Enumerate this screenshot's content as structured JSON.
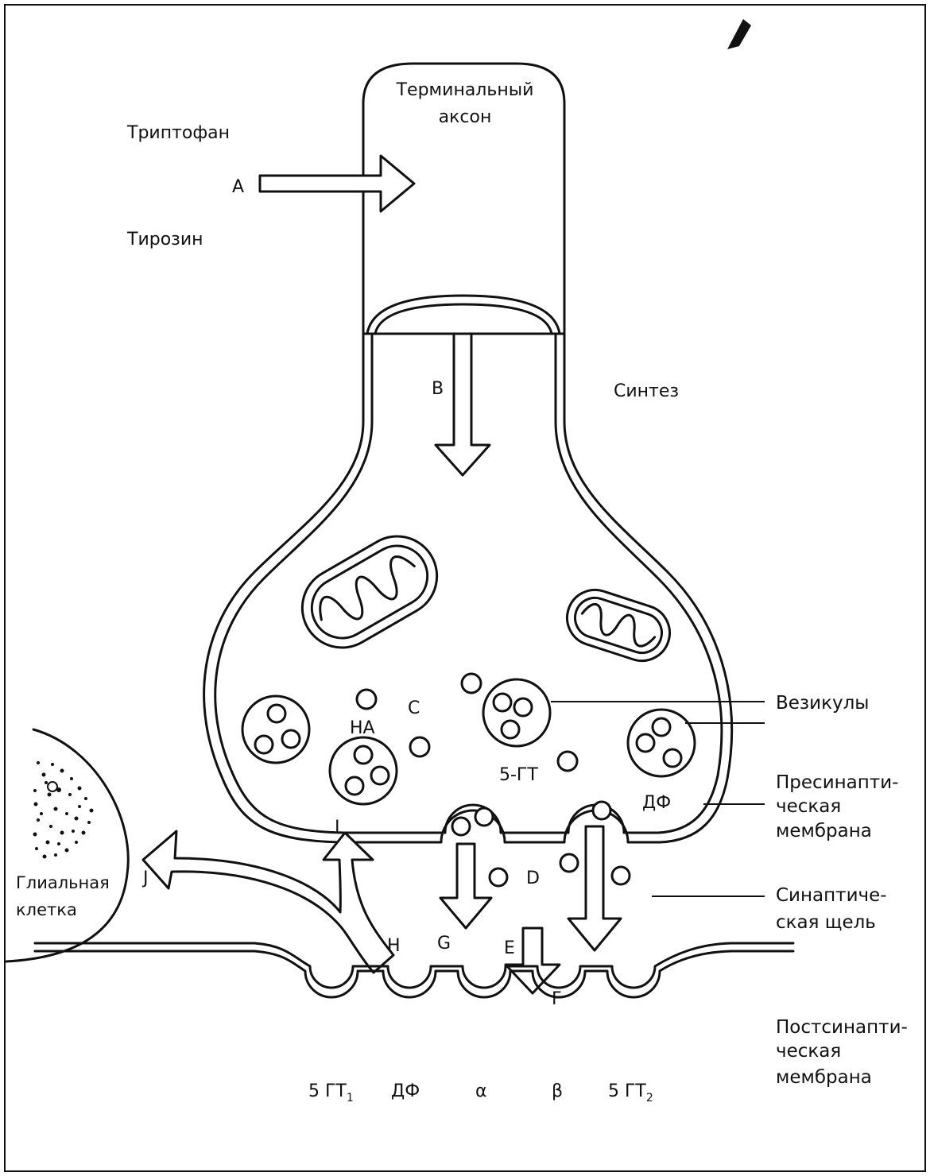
{
  "labels": {
    "terminal_1": "Терминальный",
    "terminal_2": "аксон",
    "tryptophan": "Триптофан",
    "tyrosine": "Тирозин",
    "synthesis": "Синтез",
    "vesicles": "Везикулы",
    "presyn_1": "Пресинапти-",
    "presyn_2": "ческая",
    "presyn_3": "мембрана",
    "cleft_1": "Синаптиче-",
    "cleft_2": "ская щель",
    "postsyn_1": "Постсинапти-",
    "postsyn_2": "ческая",
    "postsyn_3": "мембрана",
    "glial_1": "Глиальная",
    "glial_2": "клетка",
    "na": "НА",
    "ht5": "5-ГТ",
    "dp": "ДФ"
  },
  "letters": {
    "a": "A",
    "b": "B",
    "c": "C",
    "d": "D",
    "e": "E",
    "f": "F",
    "g": "G",
    "h": "H",
    "i": "I",
    "j": "J"
  },
  "receptors": {
    "r1_main": "5 ГТ",
    "r1_sub": "1",
    "r2": "ДФ",
    "r3": "α",
    "r4": "β",
    "r5_main": "5 ГТ",
    "r5_sub": "2"
  }
}
